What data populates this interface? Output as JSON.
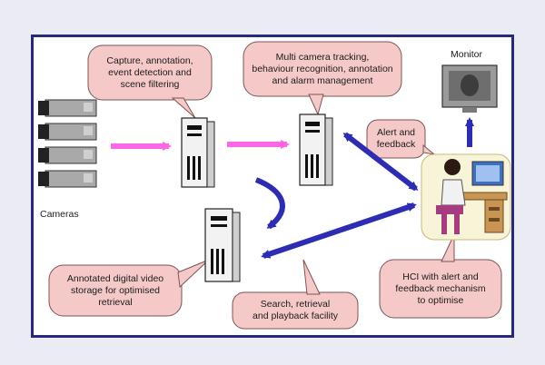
{
  "labels": {
    "capture": "Capture, annotation,\nevent detection and\nscene filtering",
    "tracking": "Multi camera tracking,\nbehaviour recognition, annotation\nand alarm management",
    "alert": "Alert and\nfeedback",
    "storage": "Annotated digital video\nstorage for optimised\nretrieval",
    "search": "Search, retrieval\nand playback facility",
    "hci": "HCI with alert and\nfeedback mechanism\nto optimise",
    "monitor": "Monitor",
    "cameras": "Cameras"
  },
  "colors": {
    "frame_border": "#28287e",
    "page_background": "#ebebf3",
    "bubble_fill": "#f6c9c9",
    "bubble_stroke": "#7b5454",
    "flow_arrow": "#ff66e6",
    "link_arrow": "#2c2cb4",
    "server_body": "#f2f2f2",
    "server_stripes": "#111111",
    "camera_body": "#a9a9a9"
  },
  "icons": {
    "cameras": "cctv-camera-stack-icon",
    "server": "server-tower-icon",
    "monitor": "monitor-icon",
    "operator": "operator-workstation-icon"
  }
}
